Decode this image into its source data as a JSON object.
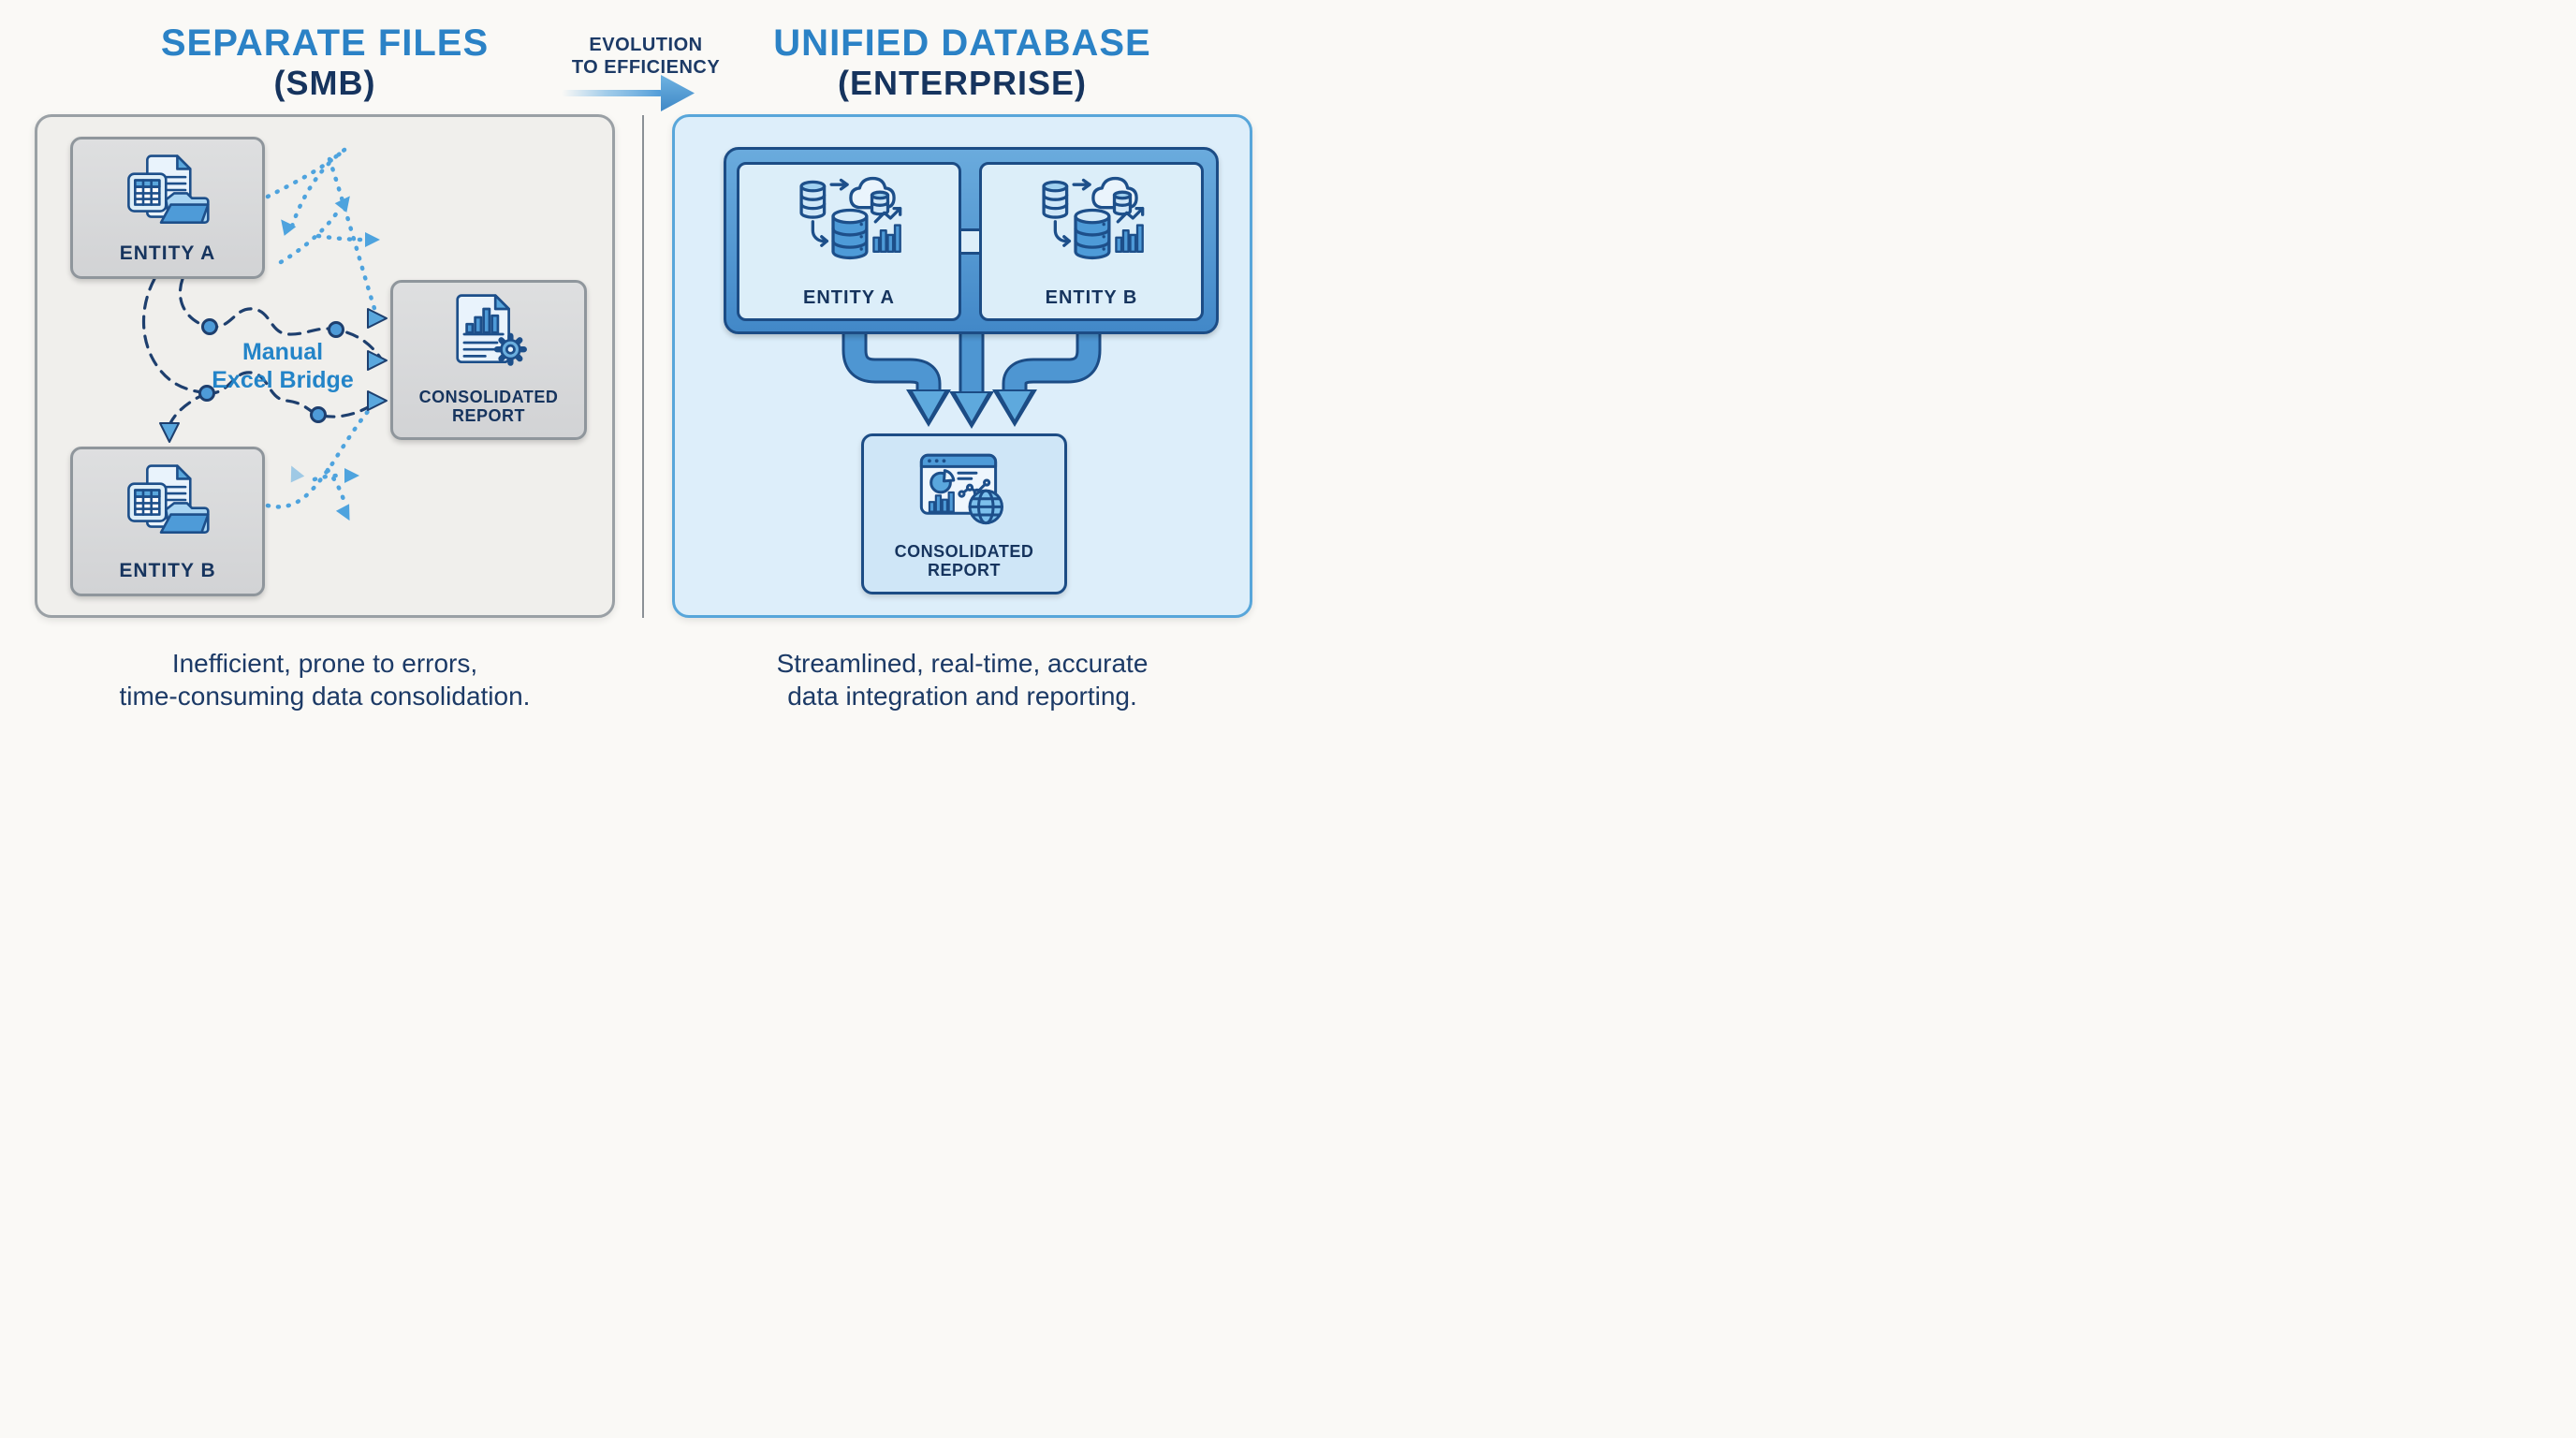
{
  "header": {
    "left_title": "SEPARATE FILES",
    "left_subtitle": "(SMB)",
    "center_line1": "EVOLUTION",
    "center_line2": "TO EFFICIENCY",
    "right_title": "UNIFIED DATABASE",
    "right_subtitle": "(ENTERPRISE)"
  },
  "smb": {
    "entity_a_label": "ENTITY A",
    "entity_b_label": "ENTITY B",
    "bridge_line1": "Manual",
    "bridge_line2": "Excel Bridge",
    "report_line1": "CONSOLIDATED",
    "report_line2": "REPORT",
    "caption_line1": "Inefficient, prone to errors,",
    "caption_line2": "time-consuming data consolidation."
  },
  "enterprise": {
    "entity_a_label": "ENTITY A",
    "entity_b_label": "ENTITY B",
    "report_line1": "CONSOLIDATED",
    "report_line2": "REPORT",
    "caption_line1": "Streamlined, real-time, accurate",
    "caption_line2": "data integration and reporting."
  },
  "colors": {
    "accent_blue": "#2b82c6",
    "navy_text": "#16345e",
    "medium_blue": "#4e96d2",
    "arrow_blue": "#5aa7dd",
    "light_blue_panel": "#ddeefa",
    "light_blue_box": "#dceef9",
    "gray_panel": "#f0efec",
    "gray_box": "#d8d9db",
    "gray_border": "#8f969c",
    "frame_outline": "#1c4c85"
  },
  "icons": {
    "smb_entity": "spreadsheet-file-folder-icon",
    "smb_report": "report-document-gear-icon",
    "enterprise_entity": "database-cloud-sync-icon",
    "enterprise_report": "analytics-dashboard-globe-icon",
    "transition": "evolution-right-arrow-icon",
    "flow": "dashed-flow-lines"
  }
}
